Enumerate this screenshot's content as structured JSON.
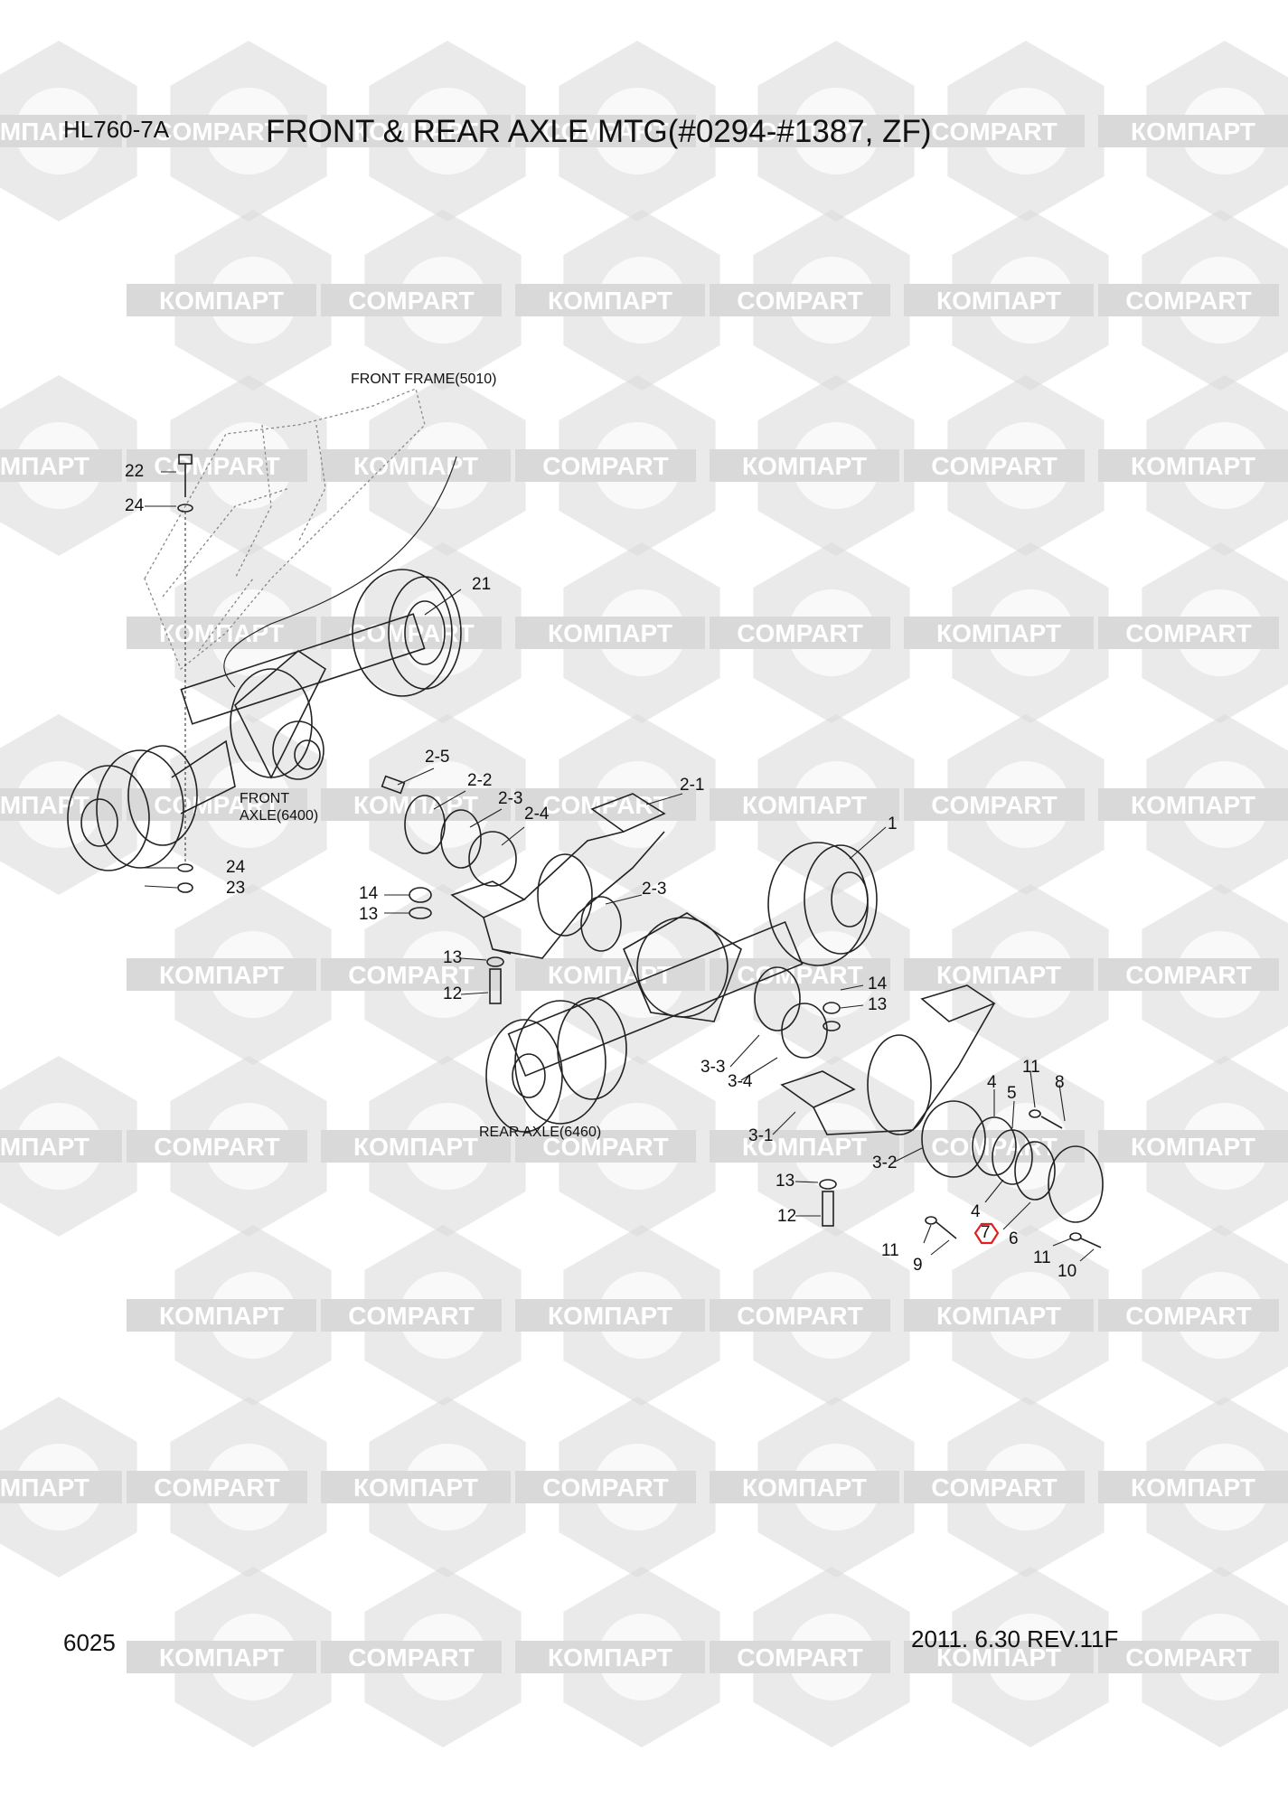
{
  "header": {
    "model": "HL760-7A",
    "title": "FRONT & REAR AXLE MTG(#0294-#1387, ZF)"
  },
  "footer": {
    "page_number": "6025",
    "revision": "2011. 6.30  REV.11F"
  },
  "watermark": {
    "text_cyrillic": "КОМПАРТ",
    "text_latin": "COMPART",
    "color": "#d9d9d9"
  },
  "assemblies": {
    "front_frame": "FRONT FRAME(5010)",
    "front_axle": "FRONT\nAXLE(6400)",
    "rear_axle": "REAR AXLE(6460)"
  },
  "callouts": [
    {
      "id": "c22",
      "label": "22"
    },
    {
      "id": "c24a",
      "label": "24"
    },
    {
      "id": "c21",
      "label": "21"
    },
    {
      "id": "c24b",
      "label": "24"
    },
    {
      "id": "c23",
      "label": "23"
    },
    {
      "id": "c2-5",
      "label": "2-5"
    },
    {
      "id": "c2-2",
      "label": "2-2"
    },
    {
      "id": "c2-3a",
      "label": "2-3"
    },
    {
      "id": "c2-4",
      "label": "2-4"
    },
    {
      "id": "c2-1",
      "label": "2-1"
    },
    {
      "id": "c1",
      "label": "1"
    },
    {
      "id": "c14a",
      "label": "14"
    },
    {
      "id": "c13a",
      "label": "13"
    },
    {
      "id": "c2-3b",
      "label": "2-3"
    },
    {
      "id": "c13b",
      "label": "13"
    },
    {
      "id": "c12a",
      "label": "12"
    },
    {
      "id": "c14b",
      "label": "14"
    },
    {
      "id": "c13c",
      "label": "13"
    },
    {
      "id": "c3-3",
      "label": "3-3"
    },
    {
      "id": "c3-4",
      "label": "3-4"
    },
    {
      "id": "c3-1",
      "label": "3-1"
    },
    {
      "id": "c3-2",
      "label": "3-2"
    },
    {
      "id": "c13d",
      "label": "13"
    },
    {
      "id": "c12b",
      "label": "12"
    },
    {
      "id": "c11a",
      "label": "11"
    },
    {
      "id": "c8",
      "label": "8"
    },
    {
      "id": "c4a",
      "label": "4"
    },
    {
      "id": "c5",
      "label": "5"
    },
    {
      "id": "c4b",
      "label": "4"
    },
    {
      "id": "c7",
      "label": "7"
    },
    {
      "id": "c6",
      "label": "6"
    },
    {
      "id": "c11b",
      "label": "11"
    },
    {
      "id": "c9",
      "label": "9"
    },
    {
      "id": "c11c",
      "label": "11"
    },
    {
      "id": "c10",
      "label": "10"
    }
  ],
  "highlight_color": "#e02020"
}
